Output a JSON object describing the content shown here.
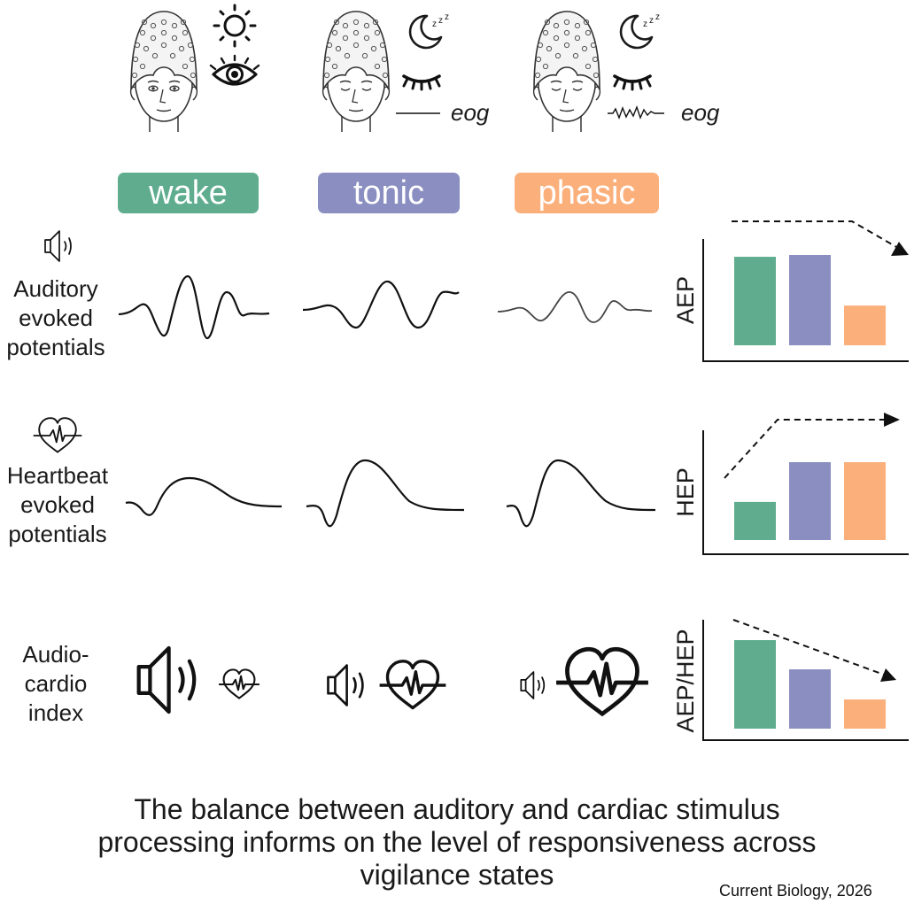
{
  "colors": {
    "wake": "#5fad8e",
    "tonic": "#8a8ec0",
    "phasic": "#fbb07c",
    "ink": "#1a1a1a"
  },
  "icons": [
    "eeg-cap-head-icon",
    "sun-icon",
    "open-eye-icon",
    "moon-icon",
    "closed-eye-icon",
    "speaker-icon",
    "heart-pulse-icon"
  ],
  "states": [
    {
      "label": "wake",
      "eog": ""
    },
    {
      "label": "tonic",
      "eog": "eog"
    },
    {
      "label": "phasic",
      "eog": "eog"
    }
  ],
  "rows": [
    {
      "label_lines": [
        "Auditory",
        "evoked",
        "potentials"
      ]
    },
    {
      "label_lines": [
        "Heartbeat",
        "evoked",
        "potentials"
      ]
    },
    {
      "label_lines": [
        "Audio-",
        "cardio",
        "index"
      ]
    }
  ],
  "chart_data": [
    {
      "type": "bar",
      "ylabel": "AEP",
      "categories": [
        "wake",
        "tonic",
        "phasic"
      ],
      "values": [
        0.98,
        1.0,
        0.44
      ],
      "trend": "decreasing"
    },
    {
      "type": "bar",
      "ylabel": "HEP",
      "categories": [
        "wake",
        "tonic",
        "phasic"
      ],
      "values": [
        0.49,
        1.0,
        1.0
      ],
      "trend": "increasing"
    },
    {
      "type": "bar",
      "ylabel": "AEP/HEP",
      "categories": [
        "wake",
        "tonic",
        "phasic"
      ],
      "values": [
        1.0,
        0.67,
        0.33
      ],
      "trend": "decreasing"
    }
  ],
  "caption_lines": [
    "The balance between auditory and cardiac stimulus",
    "processing informs on the level of responsiveness across",
    "vigilance states"
  ],
  "credit": "Current Biology, 2026"
}
